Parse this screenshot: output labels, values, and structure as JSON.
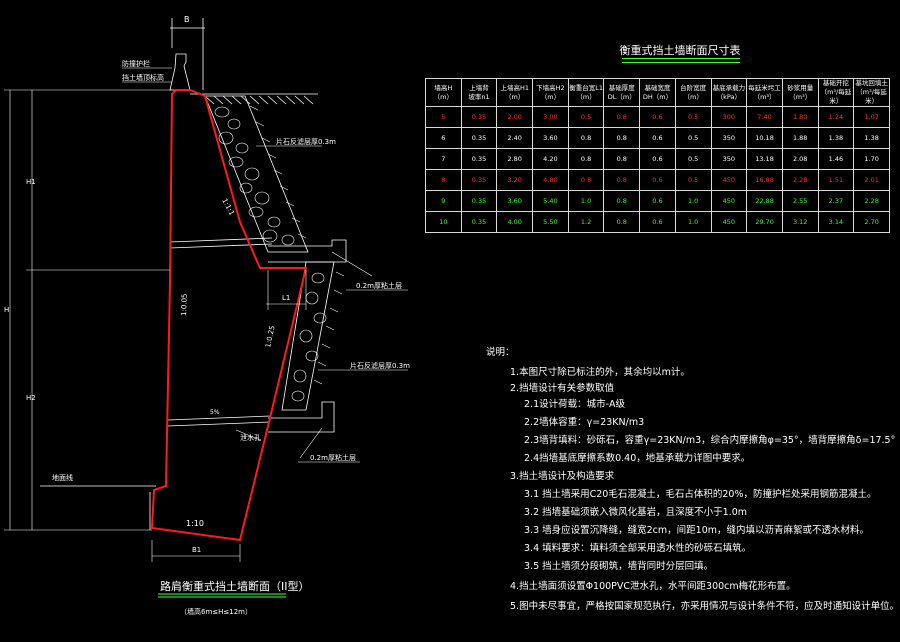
{
  "drawing": {
    "top_width_label": "B",
    "labels": {
      "railing": "防撞护栏",
      "wall_top": "挡土墙顶标高",
      "gravel_layer_top": "片石反滤层厚0.3m",
      "gravel_layer_bottom": "片石反滤层厚0.3m",
      "grade_upper": "1:1:1",
      "grade_back_upper": "1:0.05",
      "grade_back_lower": "1:0.25",
      "slope_pct": "5%",
      "drain_pipe": "泄水孔",
      "clay_upper": "0.2m厚粘土层",
      "clay_lower": "0.2m厚粘土层",
      "ground_line": "地面线",
      "base_slope": "1:10",
      "dim_total": "H",
      "dim_h1": "H1",
      "dim_h2": "H2",
      "dim_l1": "L1",
      "dim_b1": "B1"
    },
    "title": "路肩衡重式挡土墙断面（II型）",
    "subtitle": "（墙高6m≤H≤12m）"
  },
  "table": {
    "title": "衡重式挡土墙断面尺寸表",
    "headers": [
      "墙高H\n（m）",
      "上墙背\n坡率n1",
      "上墙高H1\n（m）",
      "下墙高H2\n（m）",
      "衡重台宽L1\n（m）",
      "基础厚度\nDL（m）",
      "基础宽度\nDH（m）",
      "台阶宽度\n（m）",
      "基底承载力\n（kPa）",
      "每延米圬工\n（m³）",
      "砂浆用量\n（m³）",
      "基础开挖\n（m³/每延米）",
      "基坑回填土\n（m³/每延米）"
    ],
    "rows": [
      [
        "5",
        "0.35",
        "2.00",
        "3.00",
        "0.5",
        "0.8",
        "0.6",
        "0.5",
        "300",
        "7.40",
        "1.80",
        "1.24",
        "1.07"
      ],
      [
        "6",
        "0.35",
        "2.40",
        "3.60",
        "0.8",
        "0.8",
        "0.6",
        "0.5",
        "350",
        "10.18",
        "1.88",
        "1.38",
        "1.38"
      ],
      [
        "7",
        "0.35",
        "2.80",
        "4.20",
        "0.8",
        "0.8",
        "0.6",
        "0.5",
        "350",
        "13.18",
        "2.08",
        "1.46",
        "1.70"
      ],
      [
        "8",
        "0.35",
        "3.20",
        "4.80",
        "0.8",
        "0.8",
        "0.6",
        "0.5",
        "450",
        "16.88",
        "2.28",
        "1.51",
        "2.01"
      ],
      [
        "9",
        "0.35",
        "3.60",
        "5.40",
        "1.0",
        "0.8",
        "0.6",
        "1.0",
        "450",
        "22.88",
        "2.55",
        "2.37",
        "2.28"
      ],
      [
        "10",
        "0.35",
        "4.00",
        "5.50",
        "1.2",
        "0.8",
        "0.6",
        "1.0",
        "450",
        "29.70",
        "3.12",
        "3.14",
        "2.70"
      ]
    ]
  },
  "notes": {
    "heading": "说明：",
    "items": [
      "1.本图尺寸除已标注的外，其余均以m计。",
      "2.挡墙设计有关参数取值",
      "2.1设计荷载：城市-A级",
      "2.2墙体容重：γ=23KN/m3",
      "2.3墙背填料：砂砾石，容重γ=23KN/m3，综合内摩擦角φ=35°，墙背摩擦角δ=17.5°",
      "2.4挡墙基底摩擦系数0.40，地基承载力详图中要求。",
      "3.挡土墙设计及构造要求",
      "3.1  挡土墙采用C20毛石混凝土，毛石占体积的20%，防撞护栏处采用钢筋混凝土。",
      "3.2  挡墙基础须嵌入微风化基岩，且深度不小于1.0m",
      "3.3  墙身应设置沉降缝，缝宽2cm，间距10m，缝内填以沥青麻絮或不透水材料。",
      "3.4  填料要求：填料须全部采用透水性的砂砾石填筑。",
      "3.5  挡土墙须分段砌筑，墙背同时分层回填。",
      "4.挡土墙面须设置Φ100PVC泄水孔，水平间距300cm梅花形布置。",
      "5.图中未尽事宜，严格按国家规范执行，亦采用情况与设计条件不符，应及时通知设计单位。"
    ]
  },
  "colors": {
    "wall_outline": "#ff1a1a",
    "title_underline": "#3bff3b",
    "lines": "#ffffff"
  }
}
